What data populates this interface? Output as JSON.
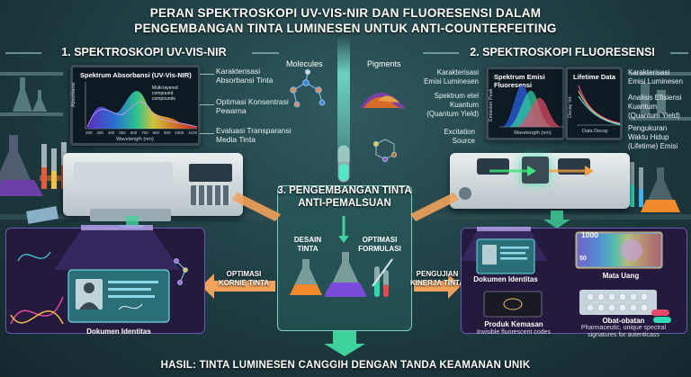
{
  "title": {
    "line1": "PERAN SPEKTROSKOPI UV-VIS-NIR DAN FLUORESENSI DALAM",
    "line2": "PENGEMBANGAN TINTA LUMINESEN UNTUK ANTI-COUNTERFEITING"
  },
  "left_section": {
    "heading": "1. SPEKTROSKOPI UV-VIS-NIR",
    "monitor_title": "Spektrum Absorbansi (UV-Vis-NIR)",
    "y_axis": "Absorbansi",
    "x_axis": "Wavelength (nm)",
    "x_ticks": [
      "200",
      "300",
      "400",
      "500",
      "600",
      "700",
      "800",
      "900",
      "1000",
      "1100"
    ],
    "legend": [
      "Multi-layered",
      "compound",
      "compounds"
    ],
    "annotations": [
      {
        "line1": "Karakterisasi",
        "line2": "Absorbansi Tinta"
      },
      {
        "line1": "Optimasi Konsentrasi",
        "line2": "Pewarna"
      },
      {
        "line1": "Evaluasi Transparansi",
        "line2": "Media Tinta"
      }
    ]
  },
  "right_section": {
    "heading": "2. SPEKTROSKOPI FLUORESENSI",
    "monitor1_title": "Spektrum Emisi Fluoresensi",
    "monitor1_y": "Emission Peak",
    "monitor1_x": "Wavelength (nm)",
    "monitor2_title": "Lifetime Data",
    "monitor2_y": "Decay Int.",
    "monitor2_x": "Data Decay",
    "annotations_left": [
      {
        "line1": "Karakterisasi",
        "line2": "Emisi Luminesen",
        "line3": ""
      },
      {
        "line1": "Spektrum etel",
        "line2": "Kuantum",
        "line3": "(Quantum Yield)"
      },
      {
        "line1": "Excitation",
        "line2": "Source",
        "line3": ""
      }
    ],
    "annotations_right": [
      {
        "line1": "Karakterisasi",
        "line2": "Emisi Luminesen",
        "line3": ""
      },
      {
        "line1": "Analisis Efisiensi",
        "line2": "Kuantum",
        "line3": "(Quantum Yield)"
      },
      {
        "line1": "Pengukuran",
        "line2": "Waktu Hidup",
        "line3": "(Lifetime) Emisi"
      }
    ]
  },
  "top_center": {
    "molecules": "Molecules",
    "pigments": "Pigments"
  },
  "center": {
    "heading_line1": "3. PENGEMBANGAN TINTA",
    "heading_line2": "ANTI-PEMALSUAN",
    "sub_left_line1": "DESAIN",
    "sub_left_line2": "TINTA",
    "sub_right_line1": "OPTIMASI",
    "sub_right_line2": "FORMULASI"
  },
  "arrows": {
    "left_line1": "OPTIMASI",
    "left_line2": "KORNIE TINTA",
    "right_line1": "PENGUJIAN",
    "right_line2": "KINERJA TINTA"
  },
  "left_panel": {
    "card_label": "Dokumen Identitas"
  },
  "right_panel": {
    "cards": [
      {
        "label": "Dokumen Identitas",
        "sub": ""
      },
      {
        "label": "Mata Uang",
        "sub": "",
        "note_a": "1000",
        "note_b": "50"
      },
      {
        "label": "Produk Kemasan",
        "sub": "Invisible fluorescent codes"
      },
      {
        "label": "Obat-obatan",
        "sub": "Pharmaceutic, unique spectral signatures for autenticass"
      }
    ]
  },
  "result": "HASIL: TINTA LUMINESEN CANGGIH DENGAN TANDA KEAMANAN UNIK",
  "colors": {
    "bg": "#1e3c41",
    "teal_glow": "#5fe0c8",
    "orange_arrow": "#f2a25a",
    "purple_panel": "#231a3d",
    "green_arrow": "#3fd29a"
  }
}
